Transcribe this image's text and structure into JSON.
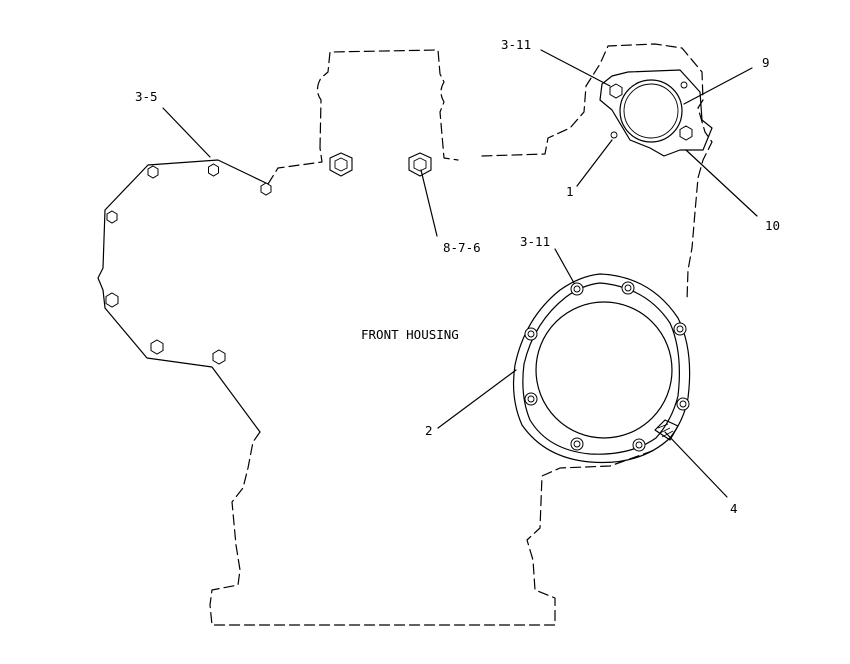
{
  "diagram": {
    "title": "FRONT HOUSING",
    "callouts": [
      {
        "id": "c-3-5",
        "label": "3-5"
      },
      {
        "id": "c-3-11-top",
        "label": "3-11"
      },
      {
        "id": "c-9",
        "label": "9"
      },
      {
        "id": "c-1",
        "label": "1"
      },
      {
        "id": "c-10",
        "label": "10"
      },
      {
        "id": "c-8-7-6",
        "label": "8-7-6"
      },
      {
        "id": "c-3-11-mid",
        "label": "3-11"
      },
      {
        "id": "c-2",
        "label": "2"
      },
      {
        "id": "c-4",
        "label": "4"
      }
    ],
    "colors": {
      "line": "#000000",
      "background": "#ffffff"
    }
  }
}
